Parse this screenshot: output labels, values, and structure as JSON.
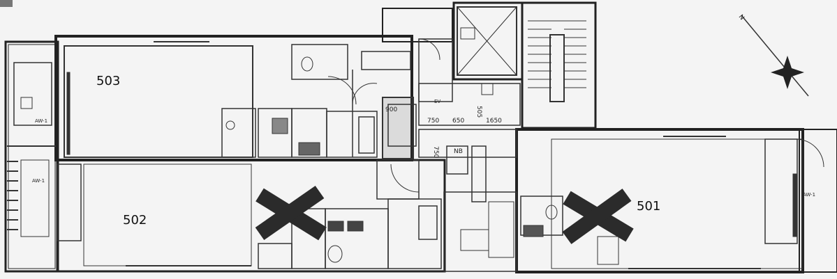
{
  "plan": {
    "units": [
      {
        "id": "503",
        "label": "503"
      },
      {
        "id": "502",
        "label": "502"
      },
      {
        "id": "501",
        "label": "501"
      }
    ],
    "marks": [
      {
        "unit": "502",
        "type": "cross",
        "color": "#2b2b2b"
      },
      {
        "unit": "501",
        "type": "cross",
        "color": "#2b2b2b"
      }
    ],
    "dimensions": [
      "900",
      "750",
      "650",
      "1650",
      "505",
      "750"
    ],
    "tags": [
      "AW-1",
      "AW-1",
      "AW-1",
      "NB",
      "EV"
    ],
    "compass": {
      "letter": "N"
    }
  }
}
